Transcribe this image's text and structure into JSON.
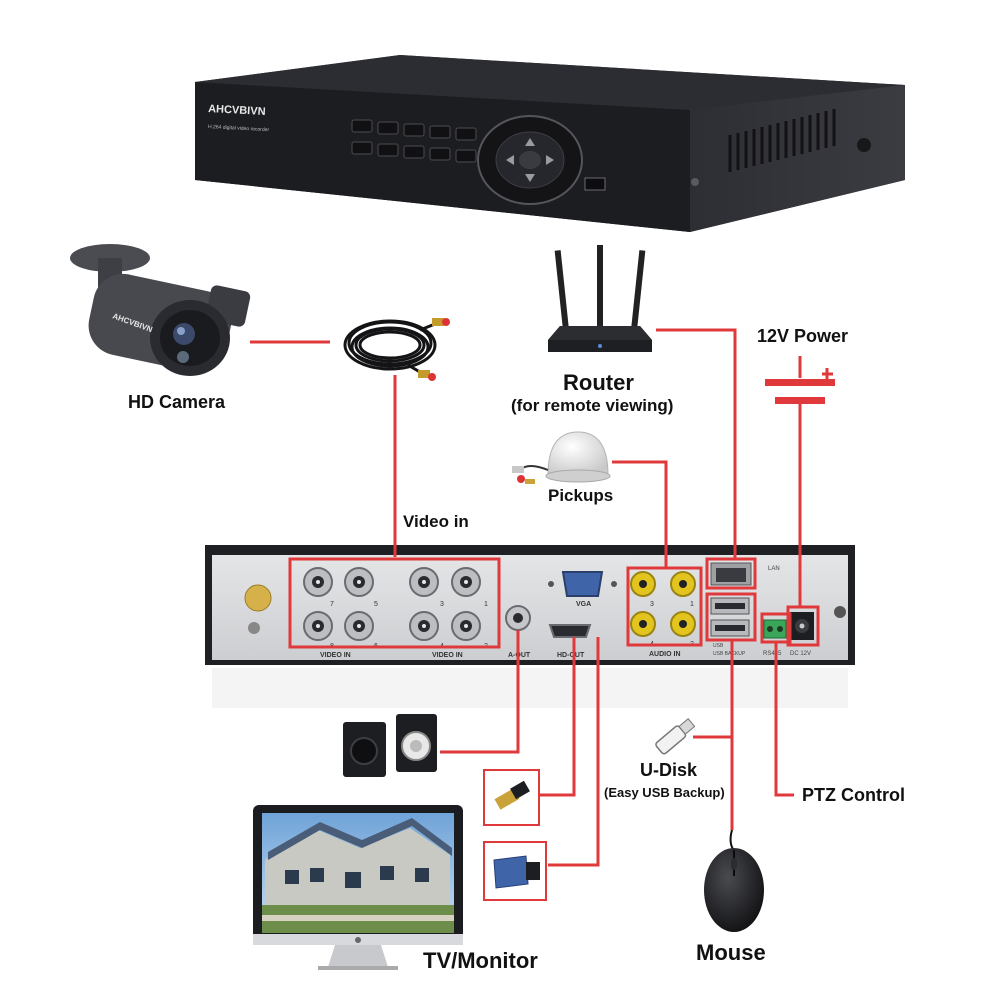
{
  "device": {
    "brand": "AHCVBIVN",
    "front_subtitle": "H.264 digital video recorder"
  },
  "labels": {
    "hd_camera": "HD Camera",
    "router": "Router",
    "router_sub": "(for remote viewing)",
    "power": "12V Power",
    "pickups": "Pickups",
    "video_in": "Video in",
    "u_disk": "U-Disk",
    "u_disk_sub": "(Easy USB Backup)",
    "ptz": "PTZ Control",
    "mouse": "Mouse",
    "tv_monitor": "TV/Monitor"
  },
  "rear_panel": {
    "video_in_left": "VIDEO IN",
    "video_in_right": "VIDEO IN",
    "a_out": "A-OUT",
    "hd_out": "HD-OUT",
    "vga": "VGA",
    "audio_in": "AUDIO IN",
    "lan": "LAN",
    "usb_mouse": "USB",
    "usb_backup": "USB BACKUP",
    "rs485": "RS485",
    "dc": "DC 12V",
    "bnc_numbers": [
      "7",
      "5",
      "8",
      "6",
      "3",
      "1",
      "4",
      "2"
    ],
    "audio_numbers": [
      "3",
      "1",
      "4",
      "2"
    ]
  },
  "colors": {
    "connector_line": "#e0393b",
    "dvr_body": "#26272b",
    "panel_face": "#d9dadc"
  }
}
